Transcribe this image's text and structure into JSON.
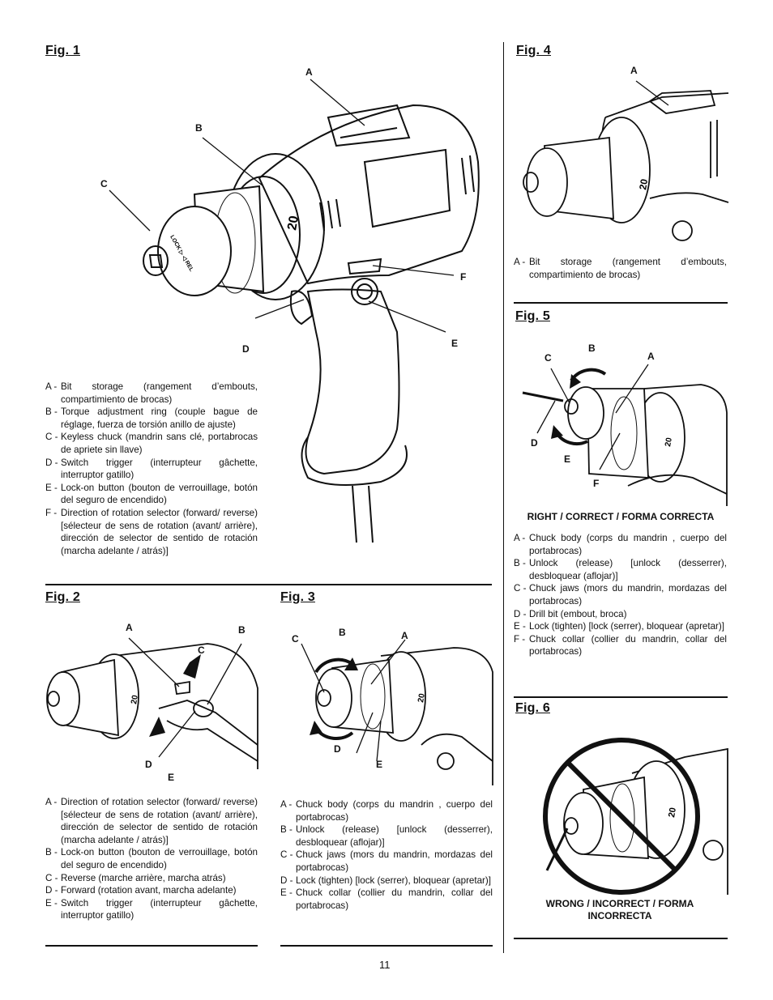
{
  "page_number": "11",
  "fig1": {
    "title": "Fig. 1",
    "callouts": {
      "A": "A",
      "B": "B",
      "C": "C",
      "D": "D",
      "E": "E",
      "F": "F"
    },
    "legend": [
      {
        "key": "A -",
        "text": "Bit storage (rangement d’embouts, compartimiento de brocas)"
      },
      {
        "key": "B -",
        "text": "Torque adjustment ring (couple bague de réglage, fuerza de torsión anillo de ajuste)"
      },
      {
        "key": "C -",
        "text": "Keyless chuck (mandrin sans clé, portabrocas de apriete sin llave)"
      },
      {
        "key": "D -",
        "text": "Switch trigger (interrupteur gâchette, interruptor gatillo)"
      },
      {
        "key": "E -",
        "text": "Lock-on button (bouton de verrouillage, botón del seguro de encendido)"
      },
      {
        "key": "F -",
        "text": "Direction of rotation selector (forward/ reverse) [sélecteur de sens de rotation (avant/ arrière), dirección de selector de sentido de rotación (marcha adelante / atrás)]"
      }
    ]
  },
  "fig2": {
    "title": "Fig. 2",
    "callouts": {
      "A": "A",
      "B": "B",
      "C": "C",
      "D": "D",
      "E": "E"
    },
    "legend": [
      {
        "key": "A -",
        "text": "Direction of rotation selector (forward/ reverse) [sélecteur de sens de rotation (avant/ arrière), dirección de selector de sentido de rotación (marcha adelante / atrás)]"
      },
      {
        "key": "B -",
        "text": "Lock-on button (bouton de verrouillage, botón del seguro de encendido)"
      },
      {
        "key": "C -",
        "text": "Reverse (marche arrière, marcha atrás)"
      },
      {
        "key": "D -",
        "text": "Forward (rotation avant, marcha adelante)"
      },
      {
        "key": "E -",
        "text": "Switch trigger (interrupteur gâchette, interruptor gatillo)"
      }
    ]
  },
  "fig3": {
    "title": "Fig. 3",
    "callouts": {
      "A": "A",
      "B": "B",
      "C": "C",
      "D": "D",
      "E": "E"
    },
    "legend": [
      {
        "key": "A -",
        "text": "Chuck body (corps du mandrin , cuerpo del portabrocas)"
      },
      {
        "key": "B -",
        "text": "Unlock (release) [unlock (desserrer), desbloquear (aflojar)]"
      },
      {
        "key": "C -",
        "text": "Chuck jaws (mors du mandrin, mordazas del portabrocas)"
      },
      {
        "key": "D -",
        "text": "Lock (tighten) [lock (serrer), bloquear (apretar)]"
      },
      {
        "key": "E -",
        "text": "Chuck collar (collier du mandrin, collar del portabrocas)"
      }
    ]
  },
  "fig4": {
    "title": "Fig. 4",
    "callouts": {
      "A": "A"
    },
    "legend": [
      {
        "key": "A -",
        "text": "Bit storage (rangement d’embouts, compartimiento de brocas)"
      }
    ]
  },
  "fig5": {
    "title": "Fig. 5",
    "callouts": {
      "A": "A",
      "B": "B",
      "C": "C",
      "D": "D",
      "E": "E",
      "F": "F"
    },
    "caption": "RIGHT / CORRECT / FORMA CORRECTA",
    "legend": [
      {
        "key": "A -",
        "text": "Chuck body (corps du mandrin , cuerpo del portabrocas)"
      },
      {
        "key": "B -",
        "text": "Unlock (release) [unlock (desserrer), desbloquear (aflojar)]"
      },
      {
        "key": "C -",
        "text": "Chuck jaws (mors du mandrin, mordazas del portabrocas)"
      },
      {
        "key": "D -",
        "text": "Drill bit (embout, broca)"
      },
      {
        "key": "E -",
        "text": "Lock (tighten) [lock (serrer), bloquear (apretar)]"
      },
      {
        "key": "F -",
        "text": "Chuck collar (collier du mandrin, collar del portabrocas)"
      }
    ]
  },
  "fig6": {
    "title": "Fig. 6",
    "caption": "WRONG / INCORRECT / FORMA INCORRECTA"
  },
  "drawing_text": {
    "torque_number": "20",
    "chuck_text": "LOCK ▷ ◁ REL"
  }
}
